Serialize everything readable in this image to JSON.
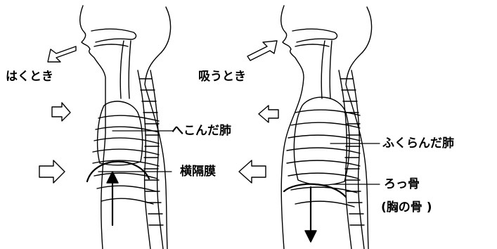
{
  "labels": {
    "exhale": "はくとき",
    "inhale": "吸うとき",
    "deflated_lung": "へこんだ肺",
    "diaphragm": "横隔膜",
    "inflated_lung": "ふくらんだ肺",
    "rib": "ろっ骨",
    "rib_note": "(胸の骨 )"
  },
  "colors": {
    "line": "#000000",
    "background": "#ffffff"
  }
}
